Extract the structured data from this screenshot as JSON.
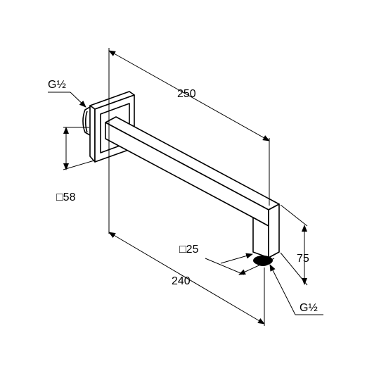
{
  "drawing": {
    "labels": {
      "thread_top": "G½",
      "length_250": "250",
      "flange_58": "□58",
      "section_25": "□25",
      "height_75": "75",
      "length_240": "240",
      "thread_bottom": "G½"
    }
  }
}
